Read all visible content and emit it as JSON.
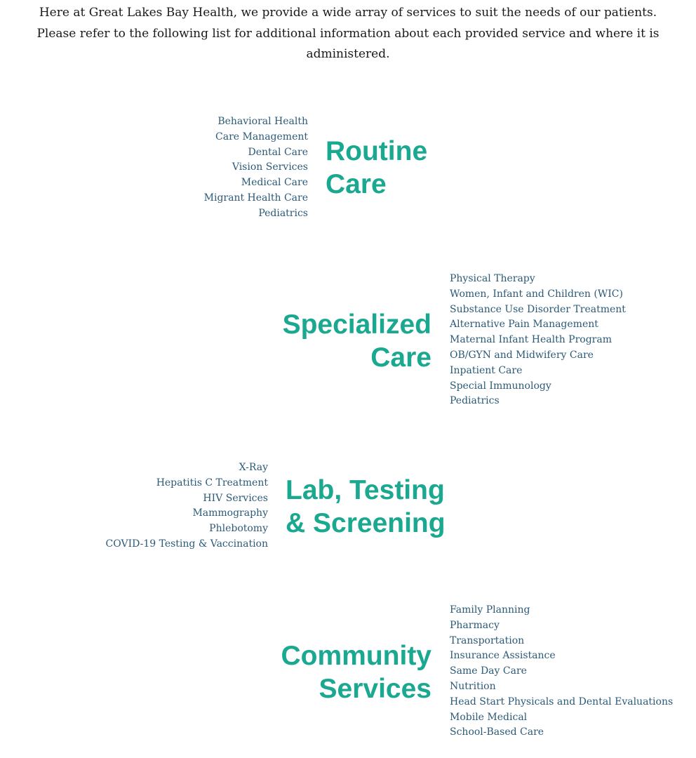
{
  "intro": "Here at Great Lakes Bay Health, we provide a wide array of services to suit the needs of our patients. Please refer to the following list for additional information about each provided service and where it is administered.",
  "sections": [
    {
      "heading": [
        "Routine",
        "Care"
      ],
      "items": [
        "Behavioral Health",
        "Care Management",
        "Dental Care",
        "Vision Services",
        "Medical Care",
        "Migrant Health Care",
        "Pediatrics"
      ]
    },
    {
      "heading": [
        "Specialized",
        "Care"
      ],
      "items": [
        "Physical Therapy",
        "Women, Infant and Children (WIC)",
        "Substance Use Disorder Treatment",
        "Alternative Pain Management",
        "Maternal Infant Health Program",
        "OB/GYN and Midwifery Care",
        "Inpatient Care",
        "Special Immunology",
        "Pediatrics"
      ]
    },
    {
      "heading": [
        "Lab, Testing",
        "& Screening"
      ],
      "items": [
        "X-Ray",
        "Hepatitis C Treatment",
        "HIV Services",
        "Mammography",
        "Phlebotomy",
        "COVID-19 Testing & Vaccination"
      ]
    },
    {
      "heading": [
        "Community",
        "Services"
      ],
      "items": [
        "Family Planning",
        "Pharmacy",
        "Transportation",
        "Insurance Assistance",
        "Same Day Care",
        "Nutrition",
        "Head Start Physicals and Dental Evaluations",
        "Mobile Medical",
        "School-Based Care"
      ]
    }
  ],
  "colors": {
    "heading": "#1aa891",
    "list": "#2b5a78"
  }
}
